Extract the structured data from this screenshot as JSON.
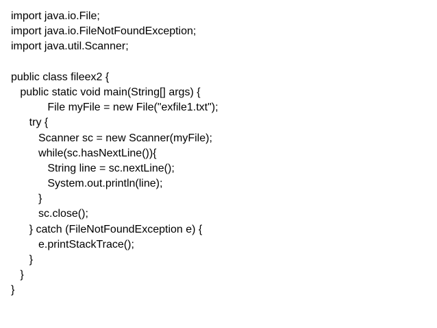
{
  "code": {
    "lines": [
      "import java.io.File;",
      "import java.io.FileNotFoundException;",
      "import java.util.Scanner;",
      "",
      "public class fileex2 {",
      "   public static void main(String[] args) {",
      "            File myFile = new File(\"exfile1.txt\");",
      "      try {",
      "         Scanner sc = new Scanner(myFile);",
      "         while(sc.hasNextLine()){",
      "            String line = sc.nextLine();",
      "            System.out.println(line);",
      "         }",
      "         sc.close();",
      "      } catch (FileNotFoundException e) {",
      "         e.printStackTrace();",
      "      }",
      "   }",
      "}"
    ]
  }
}
